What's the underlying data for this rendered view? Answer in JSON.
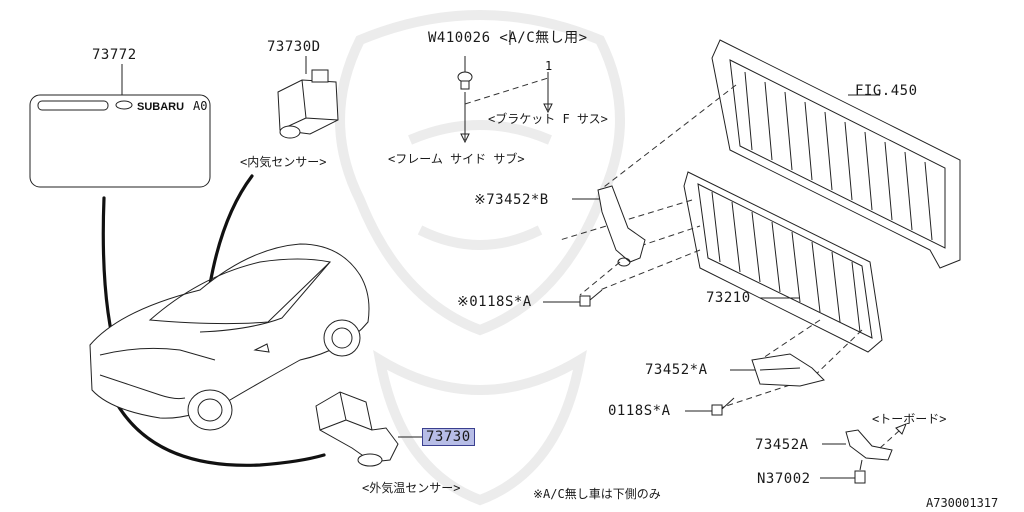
{
  "parts": {
    "p73772": "73772",
    "p73730d": "73730D",
    "inside_sensor": "<内気センサー>",
    "w410026": "W410026 <A/C無し用>",
    "bracket_f_sus": "<ブラケット F サス>",
    "frame_side_sub": "<フレーム サイド サブ>",
    "fig450": "FIG.450",
    "p73452b": "※73452*B",
    "p0118sa1": "※0118S*A",
    "p73210": "73210",
    "p73452a1": "73452*A",
    "p0118sa2": "0118S*A",
    "toe_board": "<トーボード>",
    "p73452a2": "73452A",
    "n37002": "N37002",
    "p73730": "73730",
    "outside_sensor": "<外気温センサー>",
    "note": "※A/C無し車は下側のみ",
    "diagram_id": "A730001317"
  },
  "label_card": {
    "brand": "SUBARU",
    "code": "A0"
  },
  "callout": {
    "number": "1"
  },
  "colors": {
    "highlight": "#b7bde6",
    "line": "#222222"
  }
}
